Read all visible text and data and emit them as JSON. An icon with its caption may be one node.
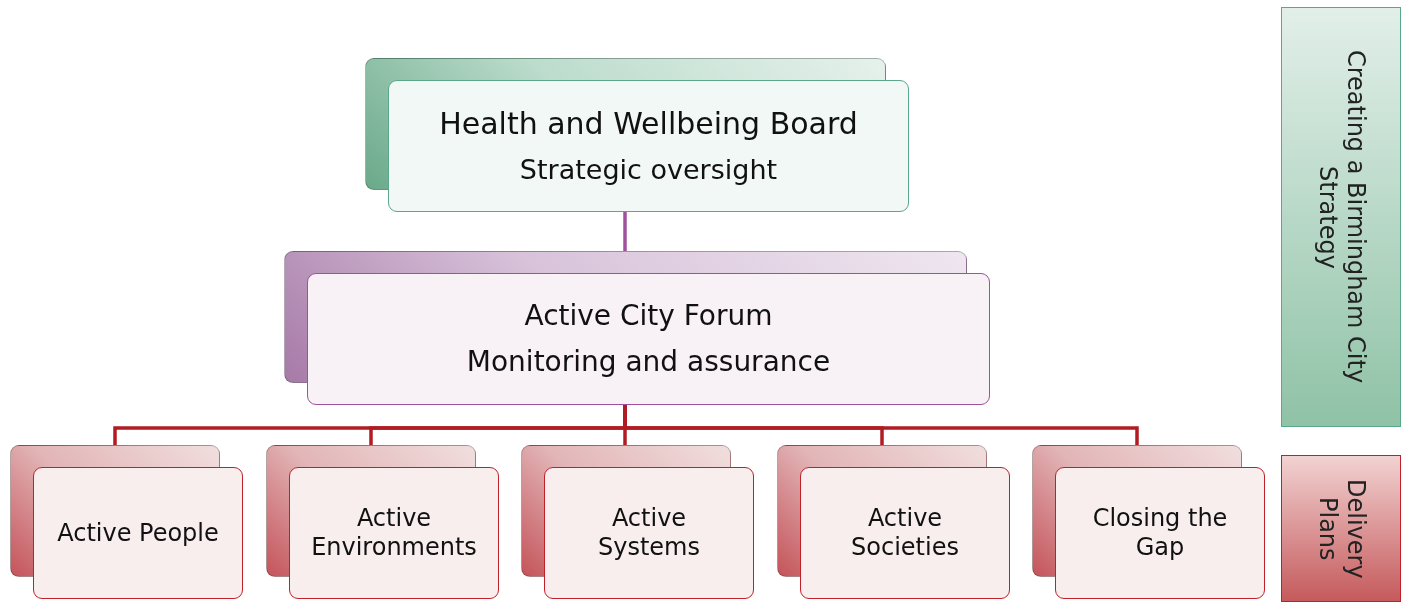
{
  "diagram": {
    "nodes": [
      {
        "text": [
          "Health and Wellbeing Board",
          "Strategic oversight"
        ]
      },
      {
        "text": [
          "Active City Forum",
          "Monitoring and assurance"
        ]
      },
      {
        "text": [
          "Active People"
        ]
      },
      {
        "text": [
          "Active Environments"
        ]
      },
      {
        "text": [
          "Active Systems"
        ]
      },
      {
        "text": [
          "Active Societies"
        ]
      },
      {
        "text": [
          "Closing the Gap"
        ]
      },
      {
        "text": [
          "Creating a Birmingham City Strategy"
        ]
      },
      {
        "text": [
          "Delivery Plans"
        ]
      }
    ],
    "edges": [
      {
        "from": 0,
        "to": 1,
        "arrow": "none",
        "color": "#a0509c"
      },
      {
        "from": 1,
        "to": 2,
        "arrow": "none"
      },
      {
        "from": 1,
        "to": 3,
        "arrow": "none"
      },
      {
        "from": 1,
        "to": 4,
        "arrow": "none"
      },
      {
        "from": 1,
        "to": 5,
        "arrow": "none"
      },
      {
        "from": 1,
        "to": 6,
        "arrow": "none"
      }
    ]
  }
}
